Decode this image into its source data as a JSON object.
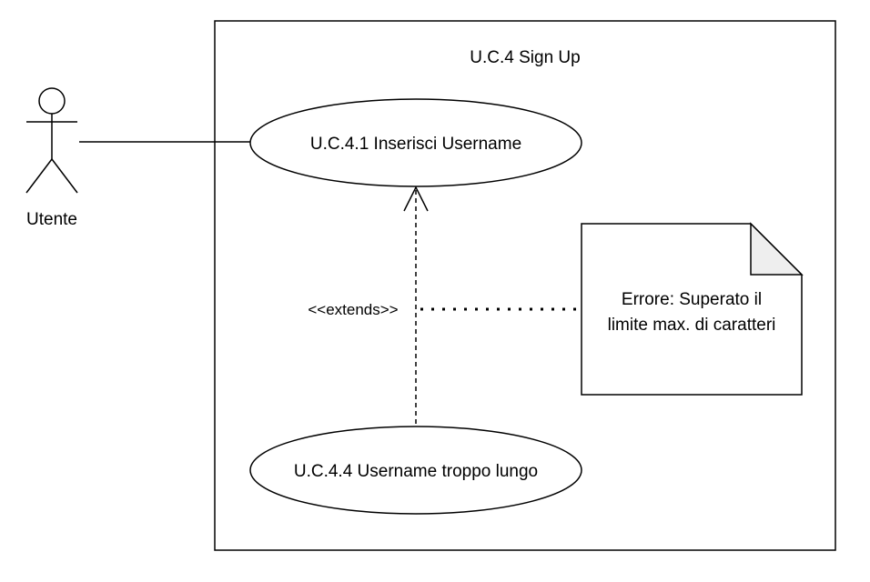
{
  "system": {
    "title": "U.C.4 Sign Up"
  },
  "actor": {
    "label": "Utente"
  },
  "use_cases": [
    {
      "id": "uc-4-1",
      "label": "U.C.4.1 Inserisci Username"
    },
    {
      "id": "uc-4-4",
      "label": "U.C.4.4 Username troppo lungo"
    }
  ],
  "relationship": {
    "label": "<<extends>>"
  },
  "note": {
    "lines": [
      "Errore: Superato il",
      "limite max. di caratteri"
    ]
  },
  "colors": {
    "stroke": "#000000",
    "fill": "#ffffff",
    "note_fold": "#eeeeee"
  }
}
